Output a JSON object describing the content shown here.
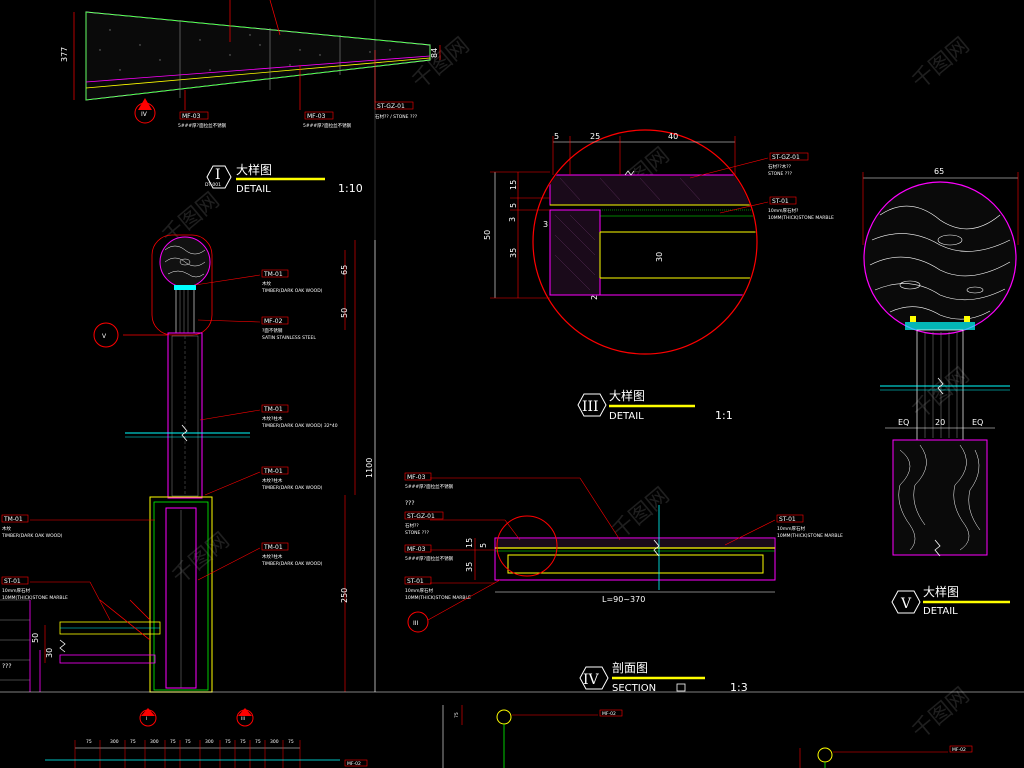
{
  "top_section": {
    "dim_left": "377",
    "dim_right": "84",
    "tags": [
      {
        "code": "MF-03",
        "note": "5###厚?面拉丝不锈钢"
      },
      {
        "code": "MF-03",
        "note": "5###厚?面拉丝不锈钢"
      },
      {
        "code": "ST-GZ-01",
        "note": "石材?? / STONE ???"
      }
    ],
    "callout": "IV"
  },
  "detail_I": {
    "numeral": "I",
    "ref": "DT-001",
    "title_cn": "大样图",
    "title_en": "DETAIL",
    "scale": "1:10",
    "dims": [
      "65",
      "50",
      "1100",
      "250",
      "50",
      "30"
    ],
    "tags": [
      {
        "code": "TM-01",
        "line1": "木纹",
        "line2": "TIMBER(DARK OAK WOOD)"
      },
      {
        "code": "MF-02",
        "line1": "?面不锈钢",
        "line2": "SATIN STAINLESS STEEL"
      },
      {
        "code": "TM-01",
        "line1": "木纹?柱木",
        "line2": "TIMBER(DARK OAK WOOD) 32*40"
      },
      {
        "code": "TM-01",
        "line1": "木纹?柱木",
        "line2": "TIMBER(DARK OAK WOOD)"
      },
      {
        "code": "TM-01",
        "line1": "木纹?柱木",
        "line2": "TIMBER(DARK OAK WOOD)"
      }
    ],
    "left_tags": [
      {
        "code": "TM-01",
        "line1": "木纹",
        "line2": "TIMBER(DARK OAK WOOD)"
      },
      {
        "code": "ST-01",
        "line1": "10mm厚石材",
        "line2": "10MM(THICK)STONE MARBLE"
      }
    ],
    "callout_V": "V",
    "unknown": "???"
  },
  "detail_III": {
    "numeral": "III",
    "title_cn": "大样图",
    "title_en": "DETAIL",
    "scale": "1:1",
    "dims_top": [
      "5",
      "25",
      "40"
    ],
    "dims_left": [
      "15",
      "5",
      "50",
      "35",
      "3"
    ],
    "dims_inner": [
      "30",
      "2",
      "3"
    ],
    "tags": [
      {
        "code": "ST-GZ-01",
        "line1": "石材??木??",
        "line2": "STONE ???"
      },
      {
        "code": "ST-01",
        "line1": "10mm厚石材?",
        "line2": "10MM(THICK)STONE MARBLE"
      }
    ]
  },
  "detail_V": {
    "numeral": "V",
    "title_cn": "大样图",
    "title_en": "DETAIL",
    "dim_top": "65",
    "dims_bottom": [
      "EQ",
      "20",
      "EQ"
    ]
  },
  "section_IV": {
    "numeral": "IV",
    "title_cn": "剖面图",
    "title_en": "SECTION",
    "scale": "1:3",
    "length": "L=90~370",
    "dims": [
      "15",
      "35",
      "5"
    ],
    "tags_left": [
      {
        "code": "MF-03",
        "line1": "5###厚?面拉丝不锈钢"
      },
      {
        "code": "???",
        "line1": ""
      },
      {
        "code": "ST-GZ-01",
        "line1": "石材??",
        "line2": "STONE ???"
      },
      {
        "code": "MF-03",
        "line1": "5###厚?面拉丝不锈钢"
      },
      {
        "code": "ST-01",
        "line1": "10mm厚石材",
        "line2": "10MM(THICK)STONE MARBLE"
      }
    ],
    "tags_right": [
      {
        "code": "ST-01",
        "line1": "10mm厚石材",
        "line2": "10MM(THICK)STONE MARBLE"
      }
    ],
    "callout": "III"
  },
  "bottom_section": {
    "callouts": [
      "I",
      "III"
    ],
    "dims": [
      "75",
      "300",
      "75",
      "300",
      "75",
      "75",
      "300",
      "75",
      "75",
      "75",
      "300",
      "75"
    ],
    "side_dim": "75",
    "tags": [
      "MF-02",
      "MF-02",
      "MF-02"
    ]
  },
  "watermark": "千图网"
}
